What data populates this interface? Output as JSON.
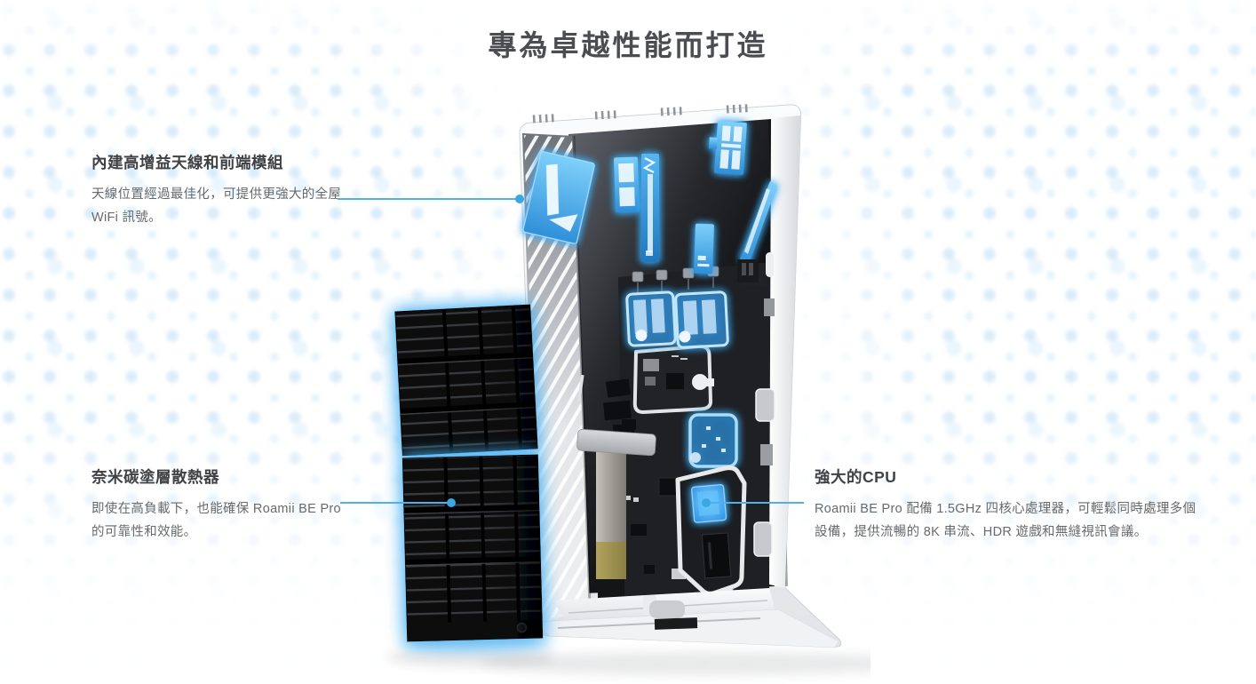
{
  "hero": {
    "title": "專為卓越性能而打造"
  },
  "callouts": [
    {
      "id": "antenna",
      "heading": "內建高增益天線和前端模組",
      "body": "天線位置經過最佳化，可提供更強大的全屋 WiFi 訊號。"
    },
    {
      "id": "heatsink",
      "heading": "奈米碳塗層散熱器",
      "body": "即使在高負載下，也能確保 Roamii BE Pro 的可靠性和效能。"
    },
    {
      "id": "cpu",
      "heading": "強大的CPU",
      "body": "Roamii BE Pro 配備 1.5GHz 四核心處理器，可輕鬆同時處理多個設備，提供流暢的 8K 串流、HDR 遊戲和無縫視訊會議。"
    }
  ],
  "colors": {
    "accent_line": "#4fb1e6",
    "glow_blue": "#46aef2",
    "antenna_blue": "#3f9fe0",
    "title_text": "#4b4d51",
    "heading_text": "#3f4145",
    "body_text": "#67696c",
    "heatsink_black": "#0b0c0e"
  }
}
